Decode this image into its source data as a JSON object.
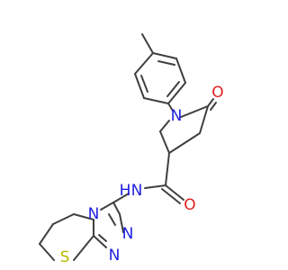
{
  "structure": {
    "colors": {
      "bond": "#3f3f3f",
      "nitrogen": "#1f1fe0",
      "oxygen": "#e01f1f",
      "sulfur": "#b8b800",
      "background": "#ffffff"
    },
    "atoms": {
      "n_pyrrolidinone": "N",
      "o_lactam": "O",
      "o_amide": "O",
      "n_amide": "N",
      "h_amide": "H",
      "n_triazole_ring": "N",
      "n_triazole_a": "N",
      "n_triazole_b": "N",
      "s_thiazine": "S"
    }
  }
}
